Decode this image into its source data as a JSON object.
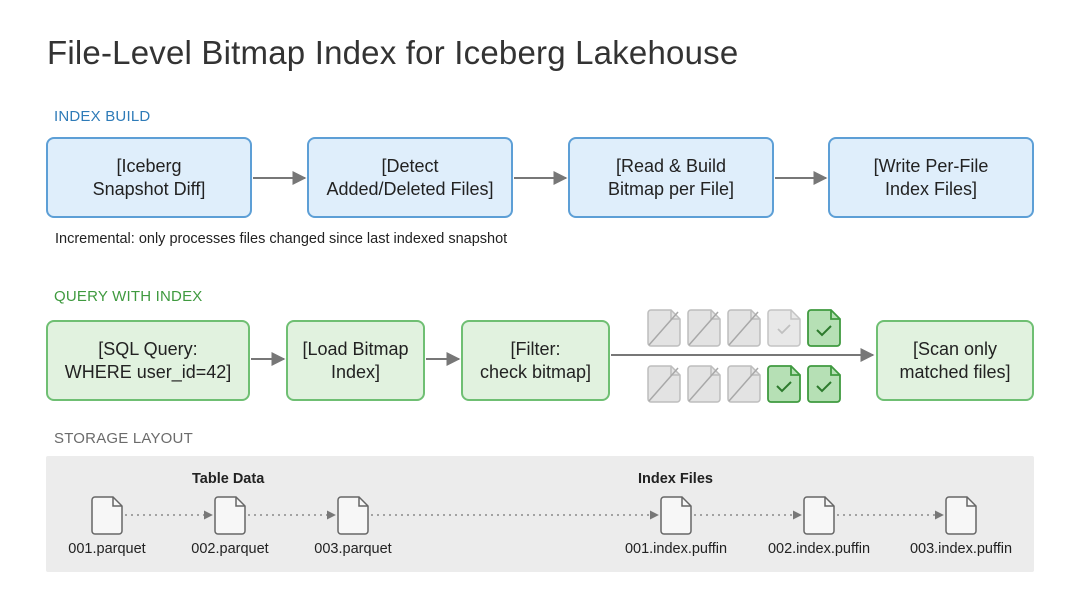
{
  "title": "File-Level Bitmap Index for Iceberg Lakehouse",
  "index_build": {
    "label": "INDEX BUILD",
    "steps": [
      {
        "line1": "[Iceberg",
        "line2": "Snapshot Diff]"
      },
      {
        "line1": "[Detect",
        "line2": "Added/Deleted Files]"
      },
      {
        "line1": "[Read & Build",
        "line2": "Bitmap per File]"
      },
      {
        "line1": "[Write Per-File",
        "line2": "Index Files]"
      }
    ],
    "note": "Incremental: only processes files changed since last indexed snapshot"
  },
  "query": {
    "label": "QUERY WITH INDEX",
    "steps": [
      {
        "line1": "[SQL Query:",
        "line2": "WHERE user_id=42]"
      },
      {
        "line1": "[Load Bitmap",
        "line2": "Index]"
      },
      {
        "line1": "[Filter:",
        "line2": "check bitmap]"
      },
      {
        "line1": "[Scan only",
        "line2": "matched files]"
      }
    ],
    "file_rows": [
      [
        "skipped",
        "skipped",
        "skipped",
        "skipped-check",
        "matched"
      ],
      [
        "skipped",
        "skipped",
        "skipped",
        "matched",
        "matched"
      ]
    ]
  },
  "storage": {
    "label": "STORAGE LAYOUT",
    "table_group": "Table Data",
    "index_group": "Index Files",
    "files": [
      "001.parquet",
      "002.parquet",
      "003.parquet",
      "001.index.puffin",
      "002.index.puffin",
      "003.index.puffin"
    ]
  },
  "colors": {
    "blue_accent": "#2e7bb8",
    "green_accent": "#3f9a3f",
    "gray_label": "#6b6b6b",
    "blue_fill": "#dfeefb",
    "green_fill": "#e1f2df"
  },
  "icons": [
    "document-icon",
    "check-icon",
    "crossed-document-icon"
  ]
}
